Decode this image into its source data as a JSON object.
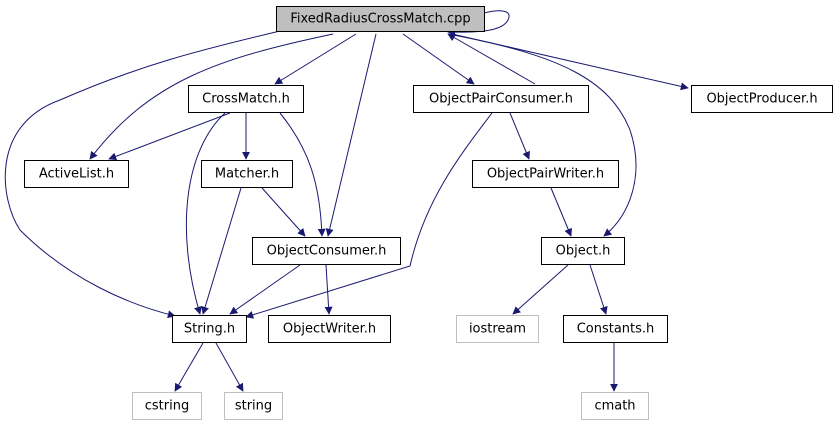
{
  "colors": {
    "edge": "#191970",
    "node_border": "#000000",
    "system_border": "#bfbfbf",
    "text": "#000000",
    "system_text": "#000000",
    "root_fill": "#bfbfbf",
    "fill": "#ffffff"
  },
  "nodes": [
    {
      "id": "fixedradius",
      "label": "FixedRadiusCrossMatch.cpp",
      "style": "root"
    },
    {
      "id": "crossmatch",
      "label": "CrossMatch.h",
      "style": "normal"
    },
    {
      "id": "objectpairconsumer",
      "label": "ObjectPairConsumer.h",
      "style": "normal"
    },
    {
      "id": "objectproducer",
      "label": "ObjectProducer.h",
      "style": "normal"
    },
    {
      "id": "activelist",
      "label": "ActiveList.h",
      "style": "normal"
    },
    {
      "id": "matcher",
      "label": "Matcher.h",
      "style": "normal"
    },
    {
      "id": "objectpairwriter",
      "label": "ObjectPairWriter.h",
      "style": "normal"
    },
    {
      "id": "objectconsumer",
      "label": "ObjectConsumer.h",
      "style": "normal"
    },
    {
      "id": "object",
      "label": "Object.h",
      "style": "normal"
    },
    {
      "id": "string",
      "label": "String.h",
      "style": "normal"
    },
    {
      "id": "objectwriter",
      "label": "ObjectWriter.h",
      "style": "normal"
    },
    {
      "id": "iostream",
      "label": "iostream",
      "style": "system"
    },
    {
      "id": "constants",
      "label": "Constants.h",
      "style": "normal"
    },
    {
      "id": "cstring",
      "label": "cstring",
      "style": "system"
    },
    {
      "id": "stringsys",
      "label": "string",
      "style": "system"
    },
    {
      "id": "cmath",
      "label": "cmath",
      "style": "system"
    }
  ],
  "edges": [
    {
      "from": "fixedradius",
      "to": "fixedradius"
    },
    {
      "from": "fixedradius",
      "to": "crossmatch"
    },
    {
      "from": "fixedradius",
      "to": "objectpairconsumer"
    },
    {
      "from": "fixedradius",
      "to": "objectproducer"
    },
    {
      "from": "fixedradius",
      "to": "activelist"
    },
    {
      "from": "fixedradius",
      "to": "string"
    },
    {
      "from": "fixedradius",
      "to": "objectconsumer"
    },
    {
      "from": "fixedradius",
      "to": "object"
    },
    {
      "from": "crossmatch",
      "to": "activelist"
    },
    {
      "from": "crossmatch",
      "to": "matcher"
    },
    {
      "from": "crossmatch",
      "to": "objectconsumer"
    },
    {
      "from": "crossmatch",
      "to": "string"
    },
    {
      "from": "objectpairconsumer",
      "to": "objectpairwriter"
    },
    {
      "from": "objectpairconsumer",
      "to": "string"
    },
    {
      "from": "objectpairconsumer",
      "to": "fixedradius"
    },
    {
      "from": "objectpairwriter",
      "to": "object"
    },
    {
      "from": "matcher",
      "to": "objectconsumer"
    },
    {
      "from": "matcher",
      "to": "string"
    },
    {
      "from": "objectconsumer",
      "to": "string"
    },
    {
      "from": "objectconsumer",
      "to": "objectwriter"
    },
    {
      "from": "object",
      "to": "iostream"
    },
    {
      "from": "object",
      "to": "constants"
    },
    {
      "from": "string",
      "to": "cstring"
    },
    {
      "from": "string",
      "to": "stringsys"
    },
    {
      "from": "constants",
      "to": "cmath"
    }
  ]
}
